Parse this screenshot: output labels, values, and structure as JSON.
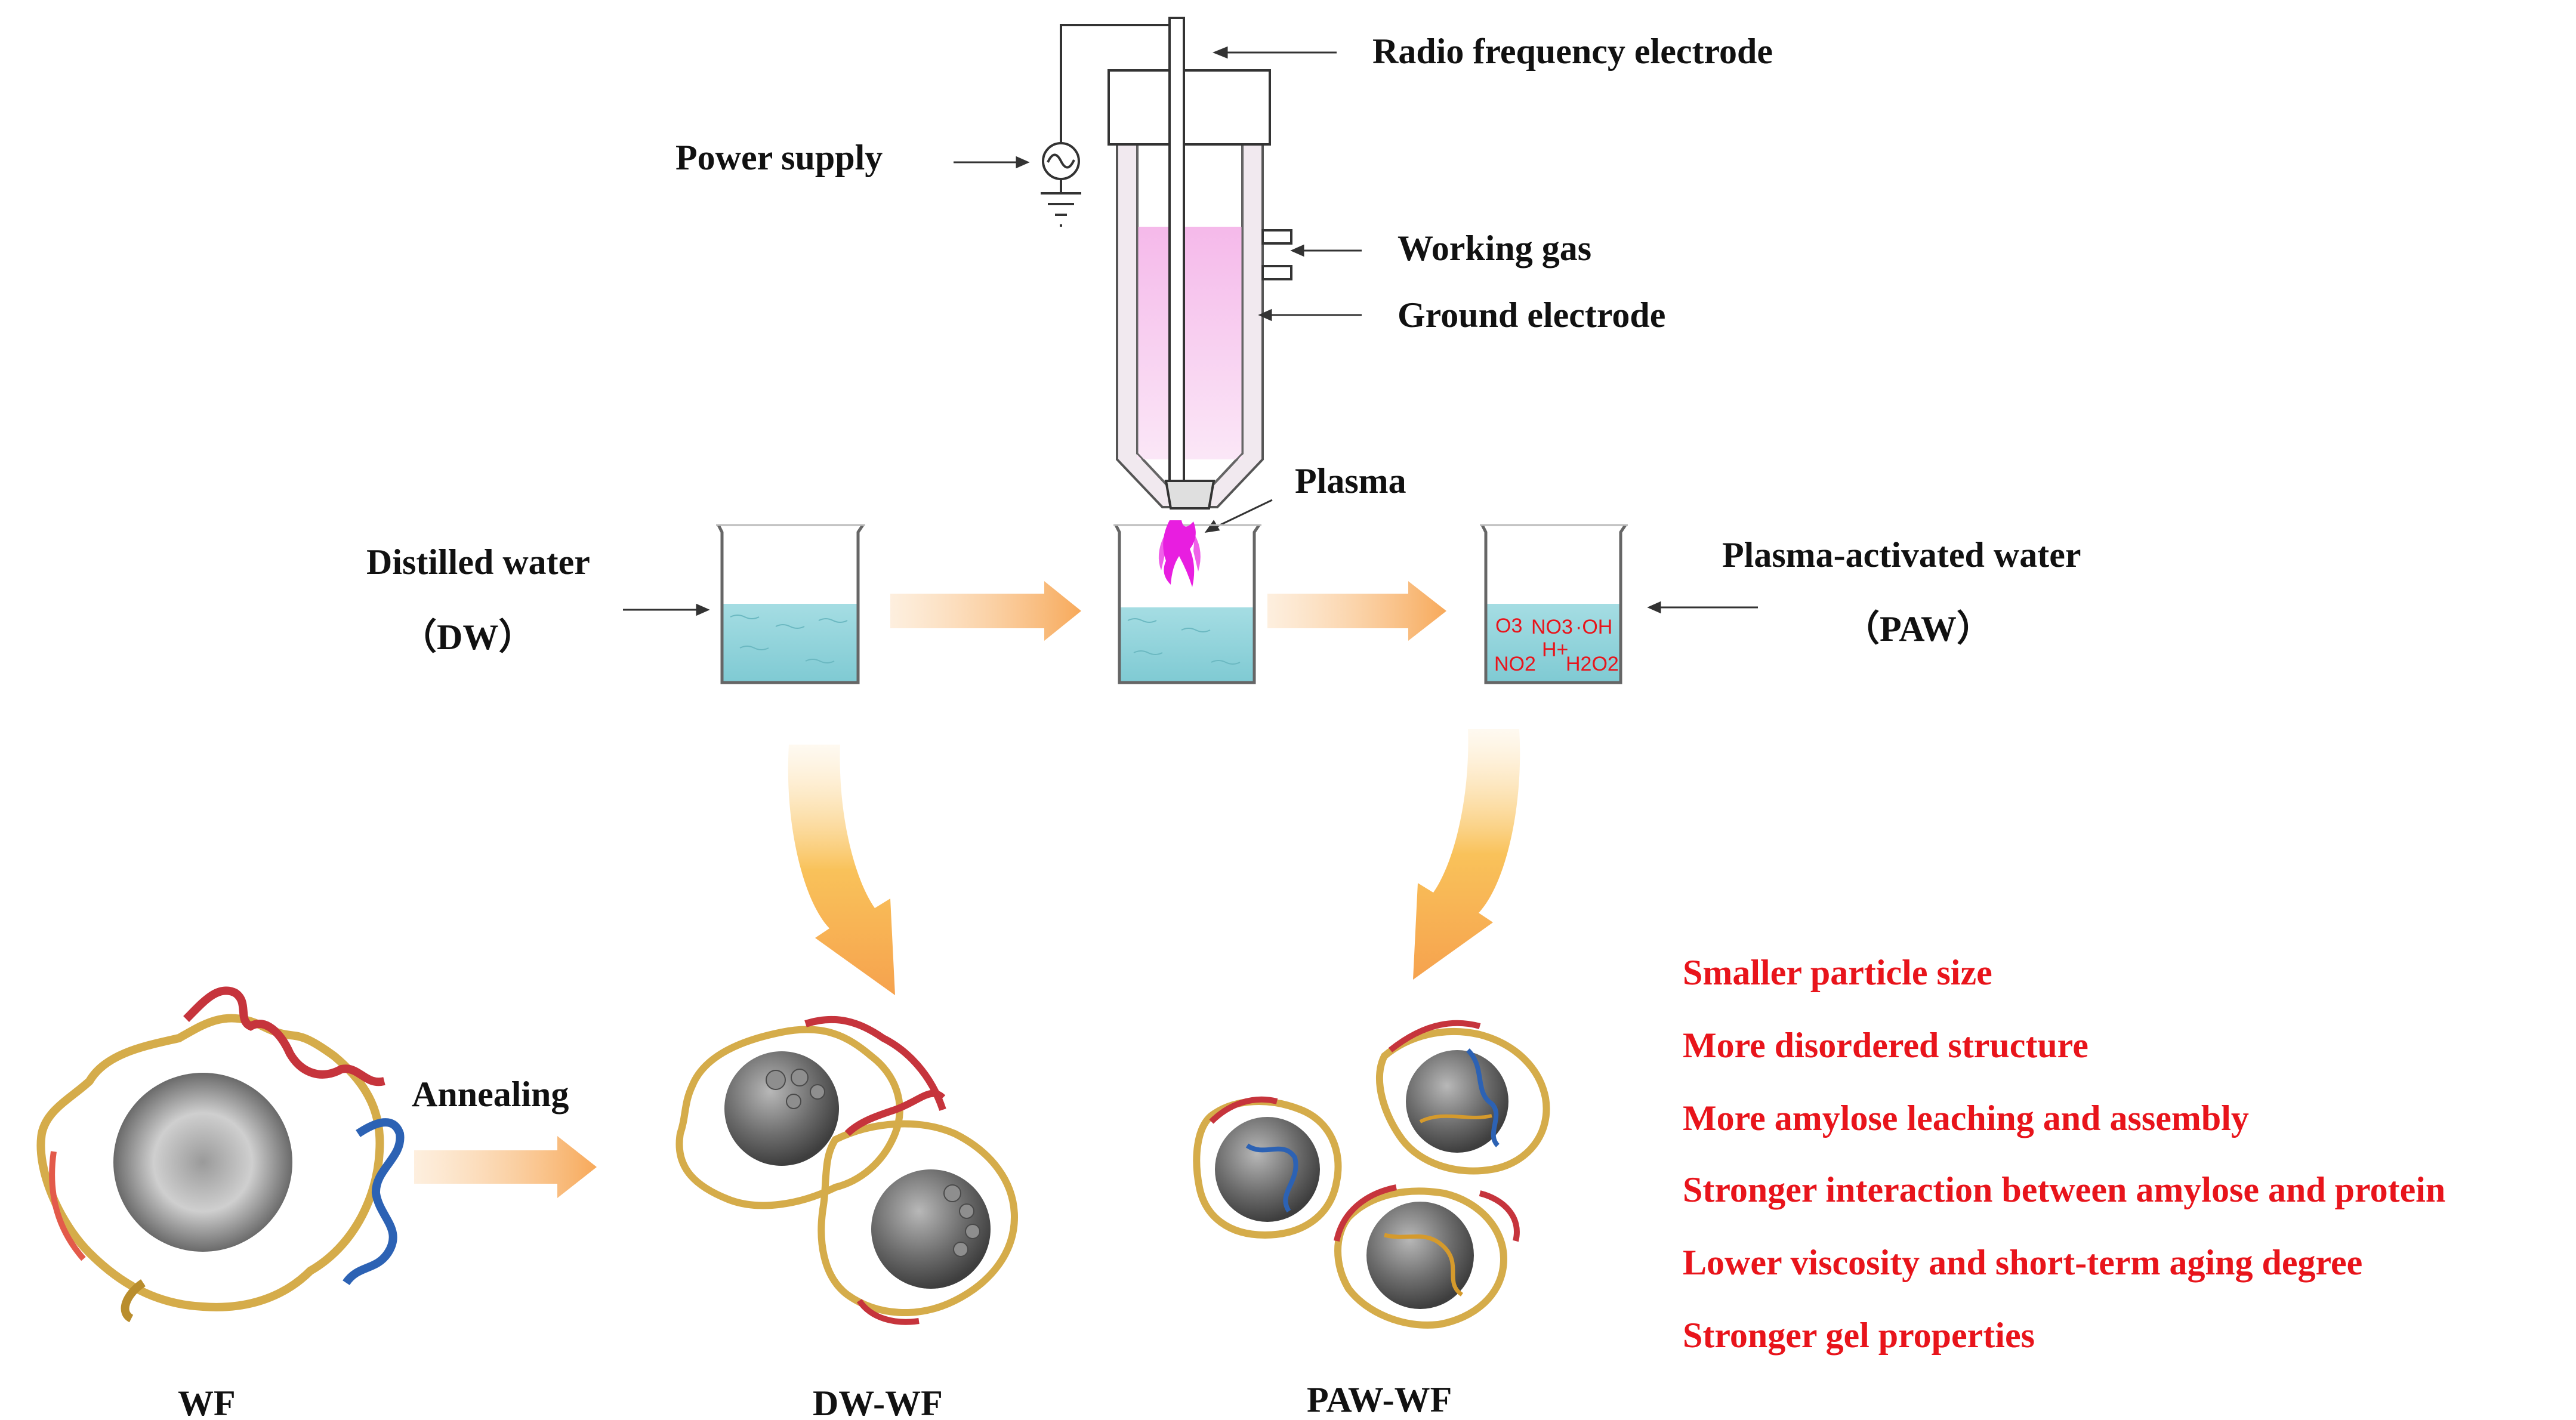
{
  "apparatus": {
    "rf_electrode": "Radio frequency electrode",
    "power_supply": "Power supply",
    "working_gas": "Working gas",
    "ground_electrode": "Ground electrode",
    "plasma": "Plasma"
  },
  "water": {
    "distilled_label": "Distilled water",
    "distilled_abbr": "（DW）",
    "paw_label": "Plasma-activated water",
    "paw_abbr": "（PAW）"
  },
  "species": [
    "O3",
    "NO3",
    "·OH",
    "H+",
    "NO2",
    "H2O2"
  ],
  "samples": {
    "wf": "WF",
    "dw_wf": "DW-WF",
    "paw_wf": "PAW-WF",
    "annealing": "Annealing"
  },
  "results": [
    "Smaller particle size",
    "More disordered structure",
    "More amylose leaching and assembly",
    "Stronger interaction between amylose and protein",
    "Lower viscosity and short-term aging degree",
    "Stronger gel properties"
  ],
  "colors": {
    "result_text": "#e8141b",
    "arrow": "#f7b065",
    "water": "#8fd3db",
    "plasma": "#e81ee0",
    "tube_glow": "#f7c9ef",
    "amylose": "#d5ac4a",
    "protein_red": "#c6343c",
    "protein_blue": "#2c62b4",
    "granule": "#767676"
  }
}
